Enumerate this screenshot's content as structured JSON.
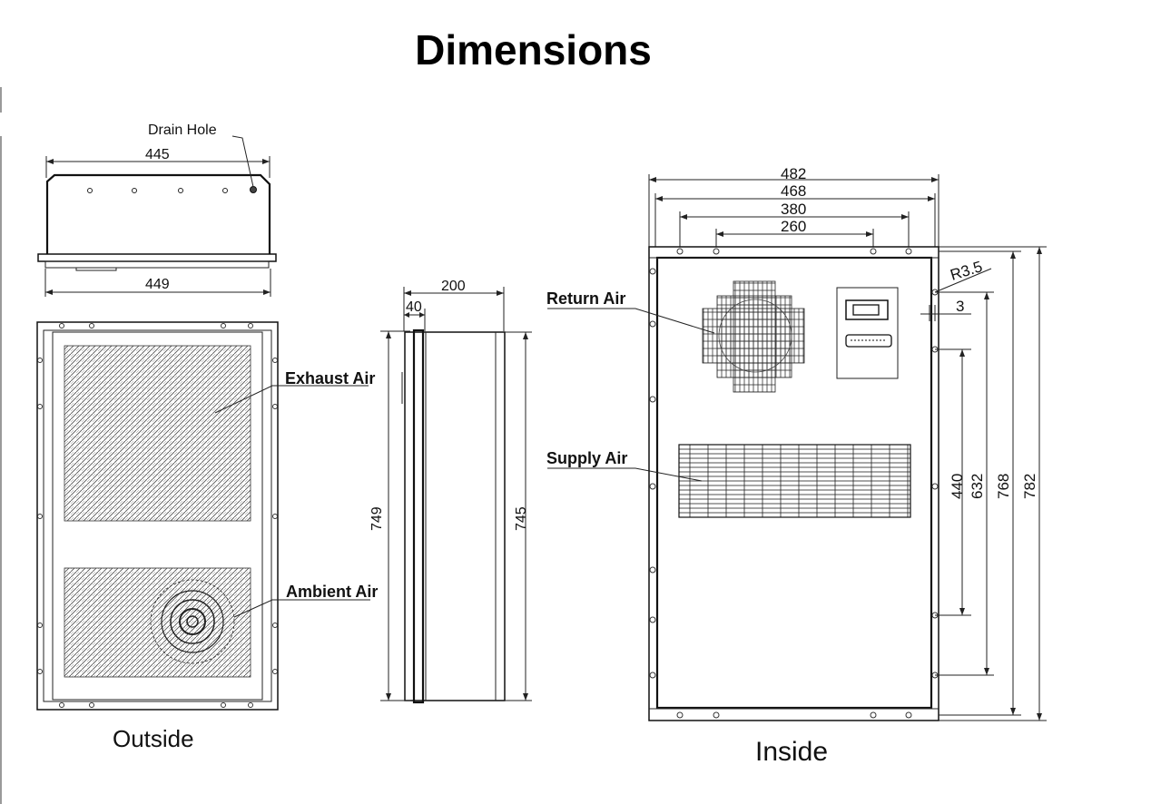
{
  "title": "Dimensions",
  "views": {
    "outside": {
      "caption": "Outside",
      "labels": {
        "drain_hole": "Drain Hole",
        "exhaust_air": "Exhaust Air",
        "ambient_air": "Ambient Air"
      },
      "dimensions": {
        "top_width": "445",
        "bottom_width": "449"
      }
    },
    "side": {
      "dimensions": {
        "depth": "200",
        "flange": "40",
        "height_left": "749",
        "height_right": "745"
      }
    },
    "inside": {
      "caption": "Inside",
      "labels": {
        "return_air": "Return Air",
        "supply_air": "Supply Air"
      },
      "dimensions": {
        "width_482": "482",
        "width_468": "468",
        "width_380": "380",
        "width_260": "260",
        "radius": "R3.5",
        "offset": "3",
        "height_440": "440",
        "height_632": "632",
        "height_768": "768",
        "height_782": "782"
      }
    }
  }
}
